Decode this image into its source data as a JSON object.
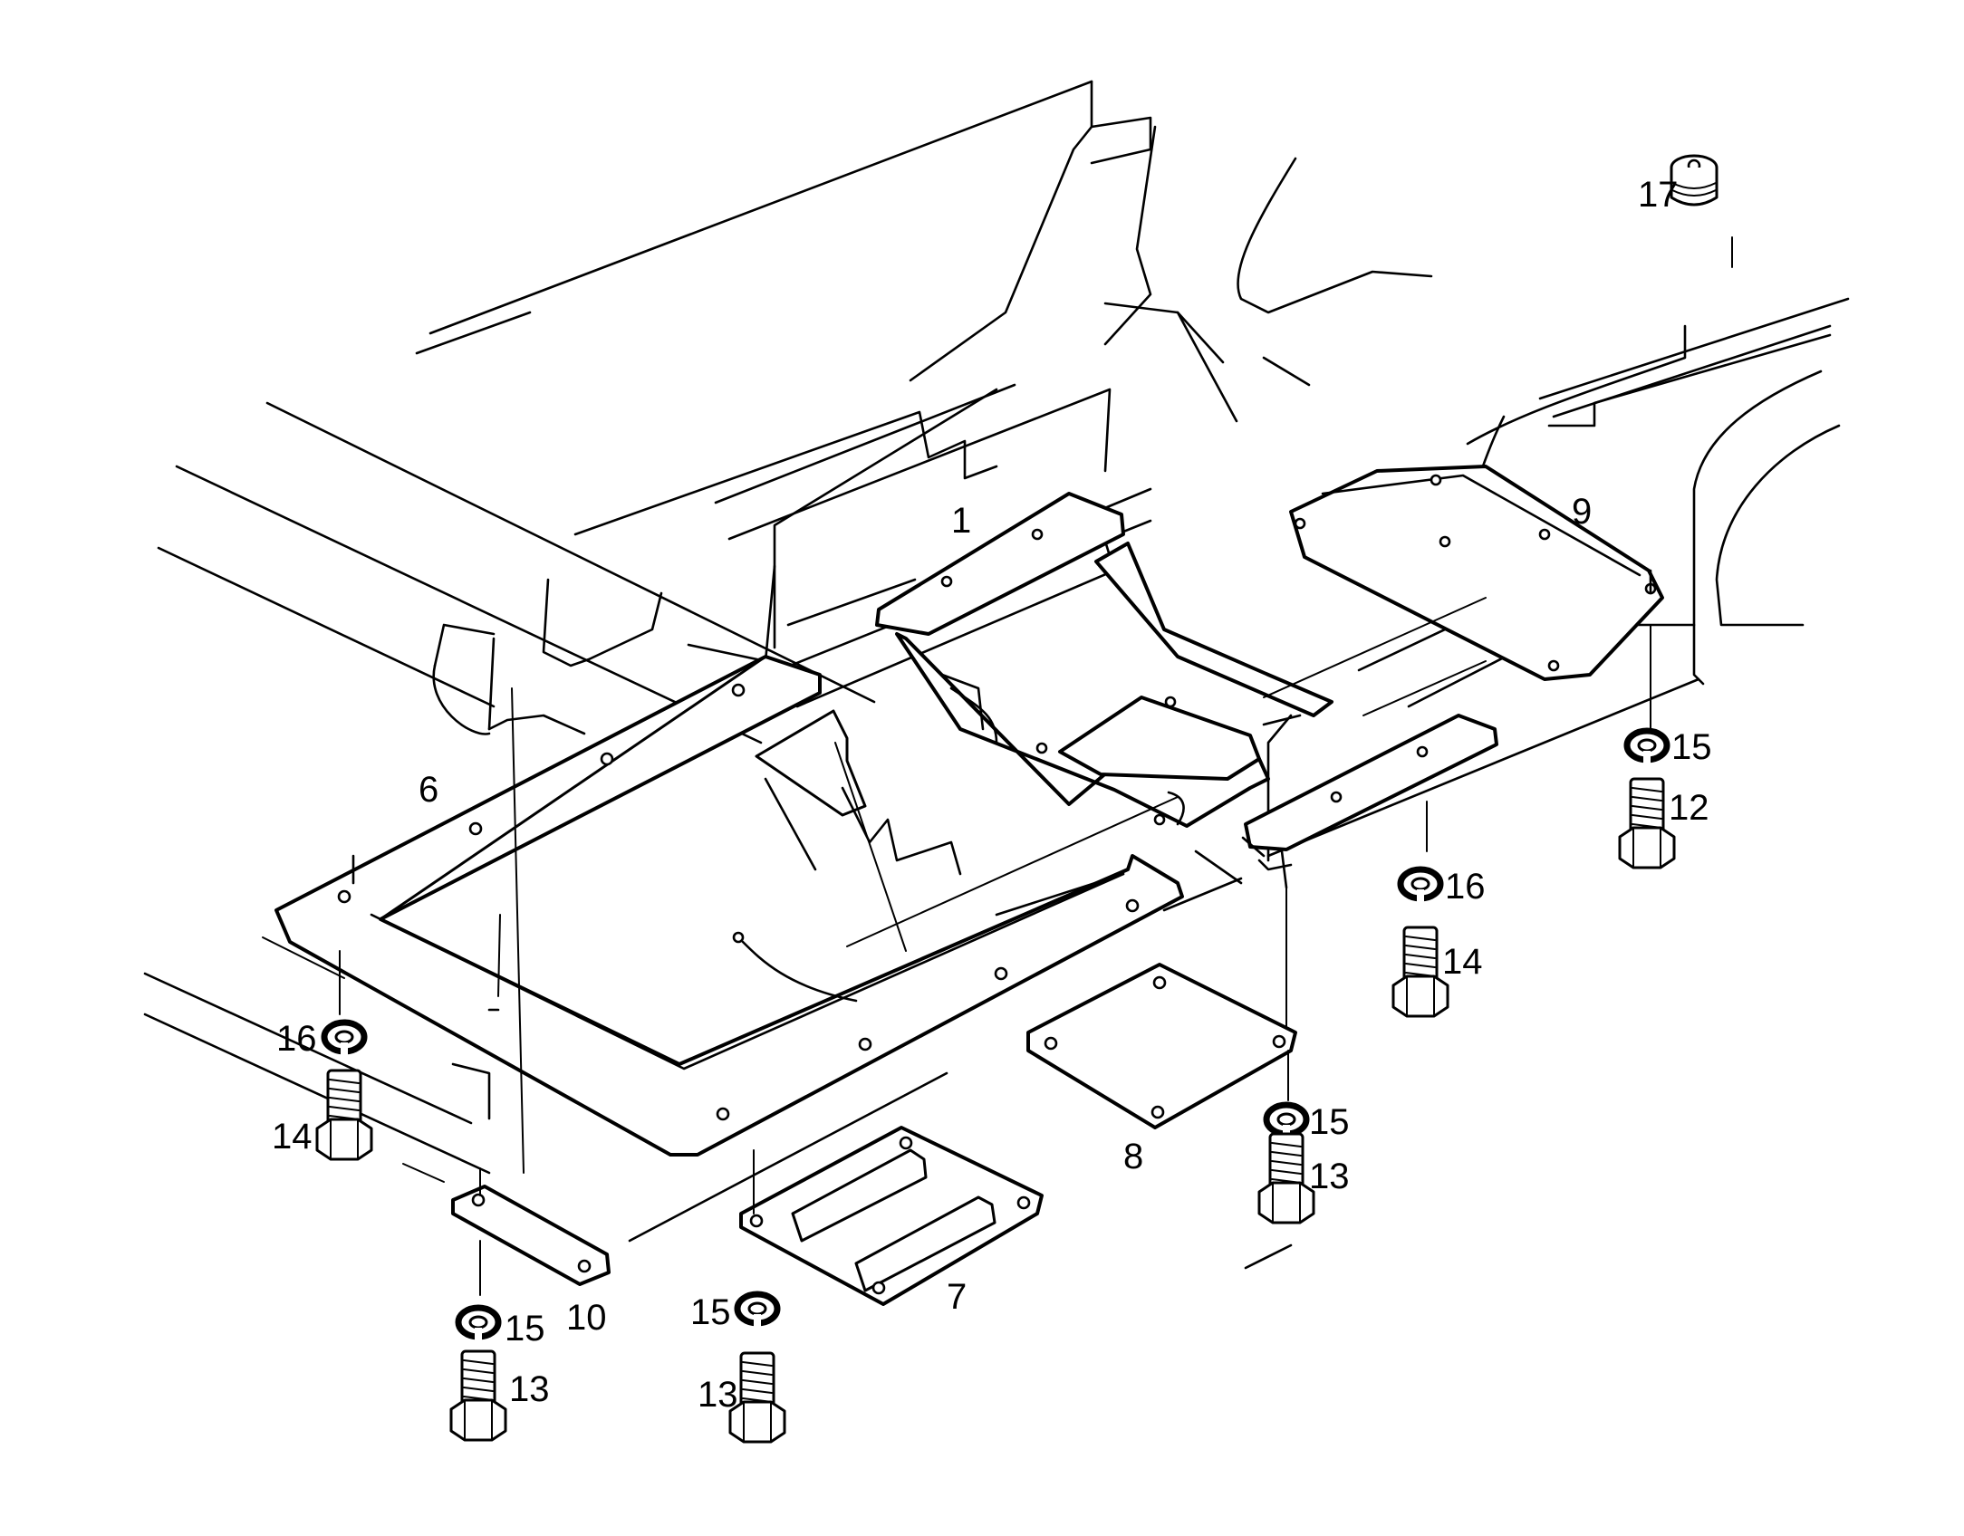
{
  "diagram": {
    "callouts": [
      {
        "id": "callout-1",
        "text": "1"
      },
      {
        "id": "callout-6",
        "text": "6"
      },
      {
        "id": "callout-7",
        "text": "7"
      },
      {
        "id": "callout-8",
        "text": "8"
      },
      {
        "id": "callout-9",
        "text": "9"
      },
      {
        "id": "callout-10",
        "text": "10"
      },
      {
        "id": "callout-12",
        "text": "12"
      },
      {
        "id": "callout-13a",
        "text": "13"
      },
      {
        "id": "callout-13b",
        "text": "13"
      },
      {
        "id": "callout-13c",
        "text": "13"
      },
      {
        "id": "callout-14a",
        "text": "14"
      },
      {
        "id": "callout-14b",
        "text": "14"
      },
      {
        "id": "callout-15a",
        "text": "15"
      },
      {
        "id": "callout-15b",
        "text": "15"
      },
      {
        "id": "callout-15c",
        "text": "15"
      },
      {
        "id": "callout-15d",
        "text": "15"
      },
      {
        "id": "callout-16a",
        "text": "16"
      },
      {
        "id": "callout-16b",
        "text": "16"
      },
      {
        "id": "callout-17",
        "text": "17"
      }
    ],
    "icons": [
      "hex-bolt-icon",
      "lock-washer-icon",
      "plug-icon"
    ]
  }
}
